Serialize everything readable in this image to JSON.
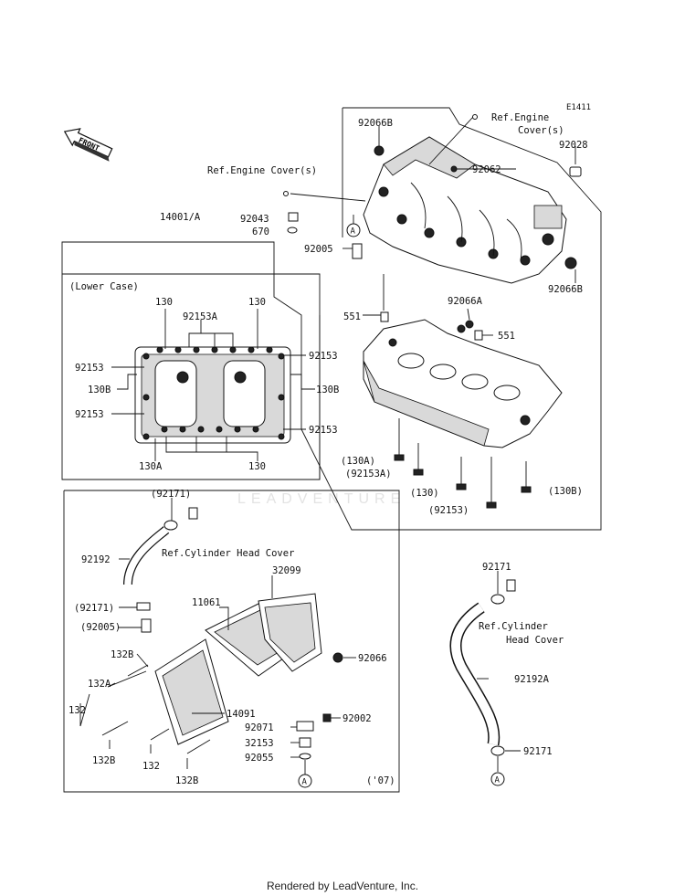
{
  "diagram_code": "E1411",
  "front_label": "FRONT",
  "ref_labels": {
    "engine_cover_1": "Ref.Engine",
    "engine_cover_2": "Cover(s)",
    "engine_cover_left": "Ref.Engine Cover(s)",
    "cyl_head_left": "Ref.Cylinder Head Cover",
    "cyl_head_right_1": "Ref.Cylinder",
    "cyl_head_right_2": "Head Cover"
  },
  "box_labels": {
    "assembly": "14001/A",
    "lower_case": "(Lower Case)",
    "year": "('07)"
  },
  "marker": "A",
  "parts": {
    "p92066B_top": "92066B",
    "p92028": "92028",
    "p92062": "92062",
    "p92043": "92043",
    "p670": "670",
    "p92005": "92005",
    "p92066B_right": "92066B",
    "p551_left": "551",
    "p92066A": "92066A",
    "p551_right": "551",
    "lc_130_left": "130",
    "lc_130_right": "130",
    "lc_92153A": "92153A",
    "lc_92153_tl": "92153",
    "lc_92153_tr": "92153",
    "lc_130B_left": "130B",
    "lc_130B_right": "130B",
    "lc_92153_bl": "92153",
    "lc_92153_br": "92153",
    "lc_130A": "130A",
    "lc_130_bottom": "130",
    "b130A": "(130A)",
    "b92153A": "(92153A)",
    "b130": "(130)",
    "b92153": "(92153)",
    "b130B": "(130B)",
    "h92171_top": "(92171)",
    "h92192": "92192",
    "h32099": "32099",
    "h11061": "11061",
    "h92171_mid": "(92171)",
    "h92005": "(92005)",
    "h132B_top": "132B",
    "h132A": "132A",
    "h132_left": "132",
    "h132B_bottom": "132B",
    "h132_bottom": "132",
    "h132B_lower": "132B",
    "h92066": "92066",
    "h14091": "14091",
    "h92002": "92002",
    "h92071": "92071",
    "h32153": "32153",
    "h92055": "92055",
    "r92171_top": "92171",
    "r92192A": "92192A",
    "r92171_bottom": "92171"
  },
  "footer": "Rendered by LeadVenture, Inc.",
  "watermark": "LEADVENTURE"
}
